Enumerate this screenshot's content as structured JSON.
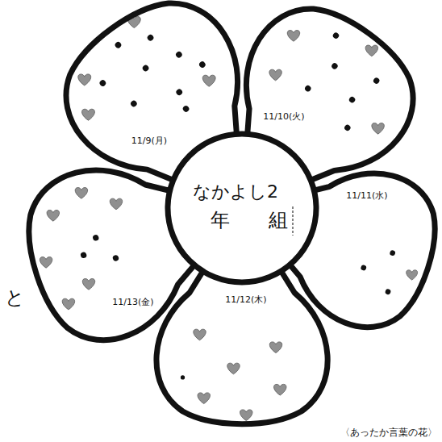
{
  "diagram": {
    "nodes": [
      {
        "text": [
          "なかよし2",
          "年　　組"
        ]
      },
      {
        "text": [
          "11/9(月)"
        ]
      },
      {
        "text": [
          "11/10(火)"
        ]
      },
      {
        "text": [
          "11/11(水)"
        ]
      },
      {
        "text": [
          "11/12(木)"
        ]
      },
      {
        "text": [
          "11/13(金)"
        ]
      }
    ],
    "labels": [
      "と",
      "〈あったか言葉の花〉"
    ]
  }
}
